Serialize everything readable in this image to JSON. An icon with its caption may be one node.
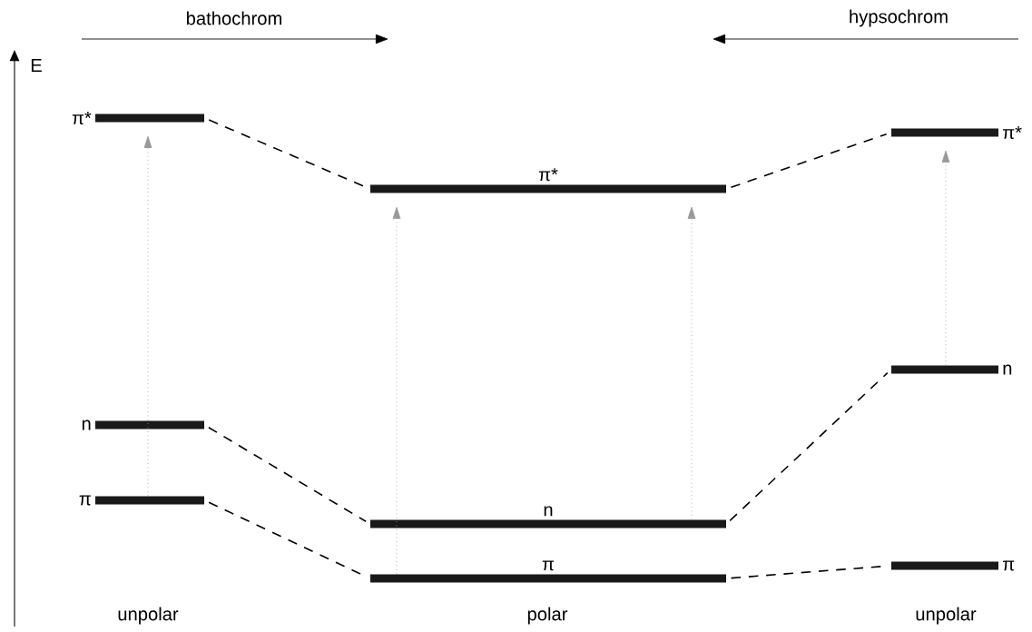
{
  "diagram": {
    "nodes": [
      {
        "text": [
          "π*"
        ]
      },
      {
        "text": [
          "n"
        ]
      },
      {
        "text": [
          "π"
        ]
      },
      {
        "text": [
          "π*"
        ]
      },
      {
        "text": [
          "n"
        ]
      },
      {
        "text": [
          "π"
        ]
      },
      {
        "text": [
          "π*"
        ]
      },
      {
        "text": [
          "n"
        ]
      },
      {
        "text": [
          "π"
        ]
      }
    ],
    "edges": [
      {
        "from": 0,
        "to": 3,
        "arrow": "none",
        "style": "dashed"
      },
      {
        "from": 1,
        "to": 4,
        "arrow": "none",
        "style": "dashed"
      },
      {
        "from": 2,
        "to": 5,
        "arrow": "none",
        "style": "dashed"
      },
      {
        "from": 3,
        "to": 6,
        "arrow": "none",
        "style": "dashed"
      },
      {
        "from": 4,
        "to": 7,
        "arrow": "none",
        "style": "dashed"
      },
      {
        "from": 5,
        "to": 8,
        "arrow": "none",
        "style": "dashed"
      },
      {
        "from": 2,
        "to": 0,
        "arrow": "to",
        "color": "#999999"
      },
      {
        "from": 5,
        "to": 3,
        "arrow": "to",
        "color": "#999999"
      },
      {
        "from": 4,
        "to": 3,
        "arrow": "to",
        "color": "#999999"
      },
      {
        "from": 7,
        "to": 6,
        "arrow": "to",
        "color": "#999999"
      }
    ],
    "labels": [
      "bathochrom",
      "hypsochrom",
      "E",
      "unpolar",
      "polar",
      "unpolar"
    ]
  }
}
